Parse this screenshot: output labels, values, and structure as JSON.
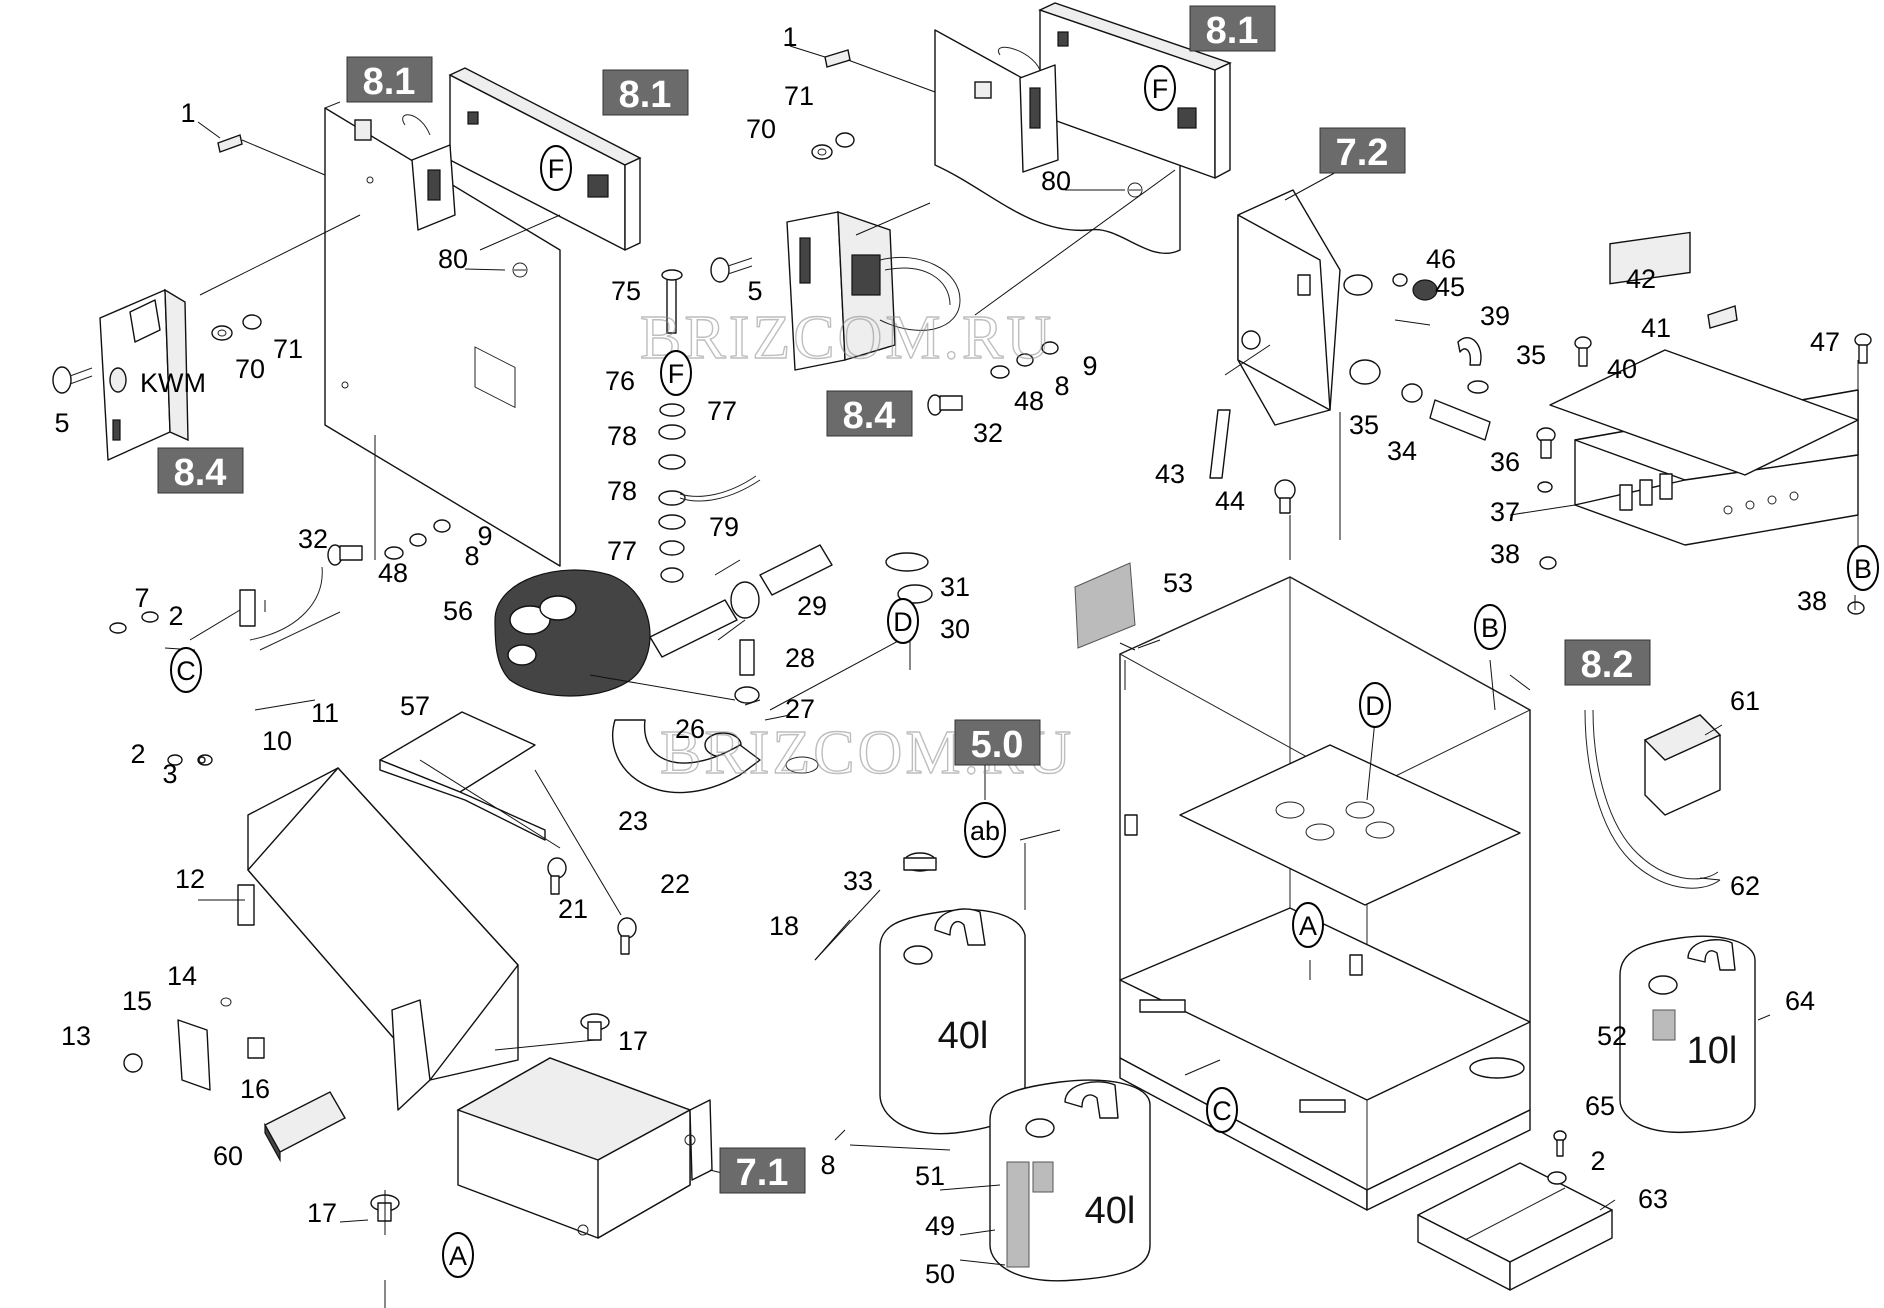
{
  "watermark": "BRIZCOM.RU",
  "callouts": [
    {
      "id": "c1a",
      "text": "1"
    },
    {
      "id": "c1b",
      "text": "1"
    },
    {
      "id": "c2a",
      "text": "2"
    },
    {
      "id": "c2b",
      "text": "2"
    },
    {
      "id": "c2c",
      "text": "2"
    },
    {
      "id": "c3",
      "text": "3"
    },
    {
      "id": "c5a",
      "text": "5"
    },
    {
      "id": "c5b",
      "text": "5"
    },
    {
      "id": "c7",
      "text": "7"
    },
    {
      "id": "c8a",
      "text": "8"
    },
    {
      "id": "c8b",
      "text": "8"
    },
    {
      "id": "c8c",
      "text": "8"
    },
    {
      "id": "c9a",
      "text": "9"
    },
    {
      "id": "c9b",
      "text": "9"
    },
    {
      "id": "c10",
      "text": "10"
    },
    {
      "id": "c11",
      "text": "11"
    },
    {
      "id": "c12",
      "text": "12"
    },
    {
      "id": "c13",
      "text": "13"
    },
    {
      "id": "c14",
      "text": "14"
    },
    {
      "id": "c15",
      "text": "15"
    },
    {
      "id": "c16",
      "text": "16"
    },
    {
      "id": "c17a",
      "text": "17"
    },
    {
      "id": "c17b",
      "text": "17"
    },
    {
      "id": "c18",
      "text": "18"
    },
    {
      "id": "c21",
      "text": "21"
    },
    {
      "id": "c22",
      "text": "22"
    },
    {
      "id": "c23",
      "text": "23"
    },
    {
      "id": "c26",
      "text": "26"
    },
    {
      "id": "c27",
      "text": "27"
    },
    {
      "id": "c28",
      "text": "28"
    },
    {
      "id": "c29",
      "text": "29"
    },
    {
      "id": "c30",
      "text": "30"
    },
    {
      "id": "c31",
      "text": "31"
    },
    {
      "id": "c32a",
      "text": "32"
    },
    {
      "id": "c32b",
      "text": "32"
    },
    {
      "id": "c33",
      "text": "33"
    },
    {
      "id": "c34",
      "text": "34"
    },
    {
      "id": "c35a",
      "text": "35"
    },
    {
      "id": "c35b",
      "text": "35"
    },
    {
      "id": "c36",
      "text": "36"
    },
    {
      "id": "c37",
      "text": "37"
    },
    {
      "id": "c38a",
      "text": "38"
    },
    {
      "id": "c38b",
      "text": "38"
    },
    {
      "id": "c39",
      "text": "39"
    },
    {
      "id": "c40",
      "text": "40"
    },
    {
      "id": "c41",
      "text": "41"
    },
    {
      "id": "c42",
      "text": "42"
    },
    {
      "id": "c43",
      "text": "43"
    },
    {
      "id": "c44",
      "text": "44"
    },
    {
      "id": "c45",
      "text": "45"
    },
    {
      "id": "c46",
      "text": "46"
    },
    {
      "id": "c47",
      "text": "47"
    },
    {
      "id": "c48a",
      "text": "48"
    },
    {
      "id": "c48b",
      "text": "48"
    },
    {
      "id": "c49",
      "text": "49"
    },
    {
      "id": "c50",
      "text": "50"
    },
    {
      "id": "c51",
      "text": "51"
    },
    {
      "id": "c52",
      "text": "52"
    },
    {
      "id": "c53",
      "text": "53"
    },
    {
      "id": "c56",
      "text": "56"
    },
    {
      "id": "c57",
      "text": "57"
    },
    {
      "id": "c60",
      "text": "60"
    },
    {
      "id": "c61",
      "text": "61"
    },
    {
      "id": "c62",
      "text": "62"
    },
    {
      "id": "c63",
      "text": "63"
    },
    {
      "id": "c64",
      "text": "64"
    },
    {
      "id": "c65",
      "text": "65"
    },
    {
      "id": "c70a",
      "text": "70"
    },
    {
      "id": "c70b",
      "text": "70"
    },
    {
      "id": "c71a",
      "text": "71"
    },
    {
      "id": "c71b",
      "text": "71"
    },
    {
      "id": "c75",
      "text": "75"
    },
    {
      "id": "c76",
      "text": "76"
    },
    {
      "id": "c77a",
      "text": "77"
    },
    {
      "id": "c77b",
      "text": "77"
    },
    {
      "id": "c78a",
      "text": "78"
    },
    {
      "id": "c78b",
      "text": "78"
    },
    {
      "id": "c79",
      "text": "79"
    },
    {
      "id": "c80a",
      "text": "80"
    },
    {
      "id": "c80b",
      "text": "80"
    }
  ],
  "references": [
    {
      "id": "r81a",
      "text": "8.1"
    },
    {
      "id": "r81b",
      "text": "8.1"
    },
    {
      "id": "r81c",
      "text": "8.1"
    },
    {
      "id": "r84a",
      "text": "8.4"
    },
    {
      "id": "r84b",
      "text": "8.4"
    },
    {
      "id": "r72",
      "text": "7.2"
    },
    {
      "id": "r82",
      "text": "8.2"
    },
    {
      "id": "r50",
      "text": "5.0"
    },
    {
      "id": "r71",
      "text": "7.1"
    }
  ],
  "markers": [
    {
      "id": "mF1",
      "text": "F"
    },
    {
      "id": "mF2",
      "text": "F"
    },
    {
      "id": "mF3",
      "text": "F"
    },
    {
      "id": "mC1",
      "text": "C"
    },
    {
      "id": "mC2",
      "text": "C"
    },
    {
      "id": "mD1",
      "text": "D"
    },
    {
      "id": "mD2",
      "text": "D"
    },
    {
      "id": "mB1",
      "text": "B"
    },
    {
      "id": "mB2",
      "text": "B"
    },
    {
      "id": "mA1",
      "text": "A"
    },
    {
      "id": "mA2",
      "text": "A"
    },
    {
      "id": "mab",
      "text": "ab"
    }
  ],
  "canisters": [
    {
      "id": "can40a",
      "text": "40l"
    },
    {
      "id": "can40b",
      "text": "40l"
    },
    {
      "id": "can10",
      "text": "10l"
    }
  ],
  "panel_label": "KWM"
}
